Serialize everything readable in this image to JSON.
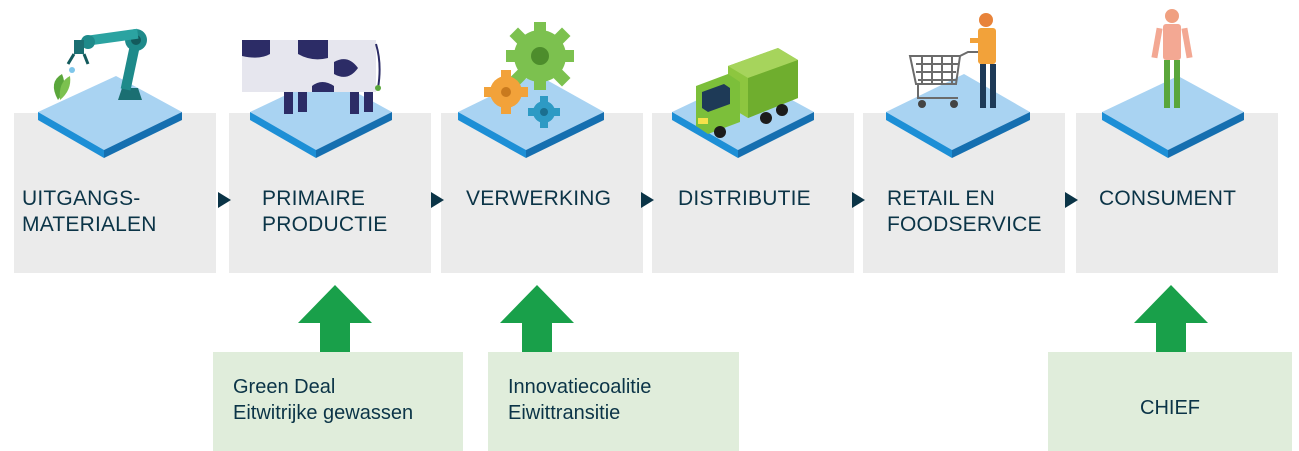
{
  "stages": [
    {
      "line1": "UITGANGS-",
      "line2": "MATERIALEN",
      "icon": "robot-arm-icon"
    },
    {
      "line1": "PRIMAIRE",
      "line2": "PRODUCTIE",
      "icon": "cow-icon"
    },
    {
      "line1": "VERWERKING",
      "line2": "",
      "icon": "gears-icon"
    },
    {
      "line1": "DISTRIBUTIE",
      "line2": "",
      "icon": "truck-icon"
    },
    {
      "line1": "RETAIL EN",
      "line2": "FOODSERVICE",
      "icon": "shopping-cart-person-icon"
    },
    {
      "line1": "CONSUMENT",
      "line2": "",
      "icon": "consumer-person-icon"
    }
  ],
  "initiatives": [
    {
      "line1": "Green Deal",
      "line2": "Eitwitrijke gewassen"
    },
    {
      "line1": "Innovatiecoalitie",
      "line2": "Eiwittransitie"
    },
    {
      "line1": "CHIEF",
      "line2": ""
    }
  ],
  "colors": {
    "box": "#ebebeb",
    "text": "#0b3447",
    "arrow_green": "#19a04a",
    "note_bg": "#e0eddb",
    "platform_top": "#a9d3f2",
    "platform_edge": "#1d8fd6"
  }
}
